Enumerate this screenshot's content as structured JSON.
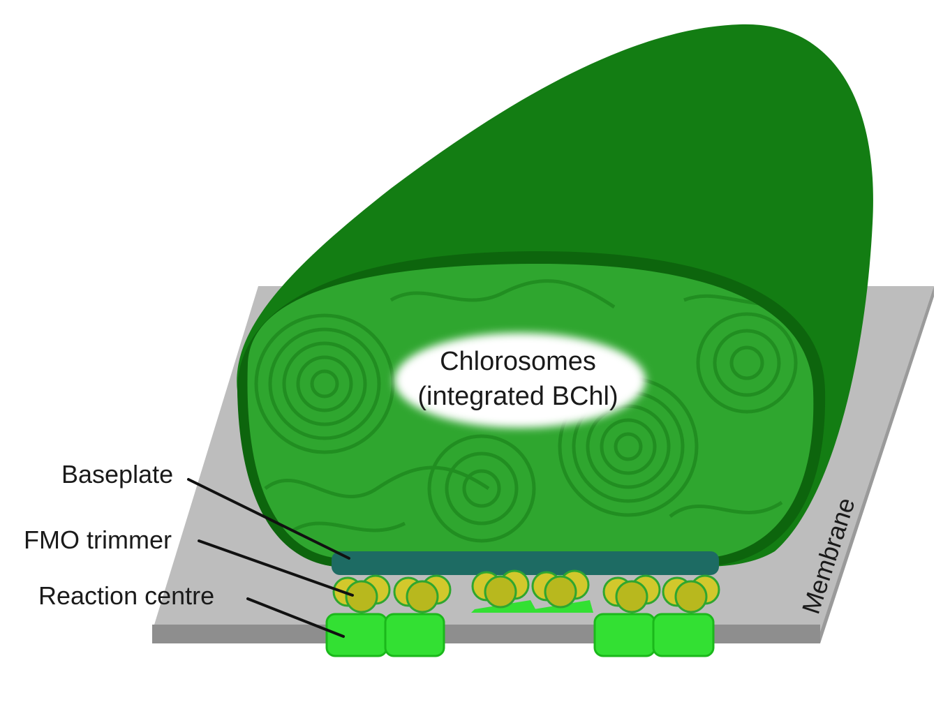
{
  "labels": {
    "chlorosomes_line1": "Chlorosomes",
    "chlorosomes_line2": "(integrated BChl)",
    "baseplate": "Baseplate",
    "fmo_trimmer": "FMO trimmer",
    "reaction_centre": "Reaction centre",
    "membrane": "Membrane"
  },
  "colors": {
    "membrane_top": "#bdbdbd",
    "membrane_edge": "#8e8e8e",
    "chlorosome_dark": "#137d13",
    "chlorosome_rim": "#0d650d",
    "chlorosome_face": "#2fa62f",
    "chlorosome_swirl": "#1f8a1f",
    "baseplate": "#1d6b63",
    "fmo": "#b8b81e",
    "fmo_light": "#d2c82c",
    "reaction_centre": "#33e033",
    "reaction_centre_dark": "#1bb81b"
  }
}
